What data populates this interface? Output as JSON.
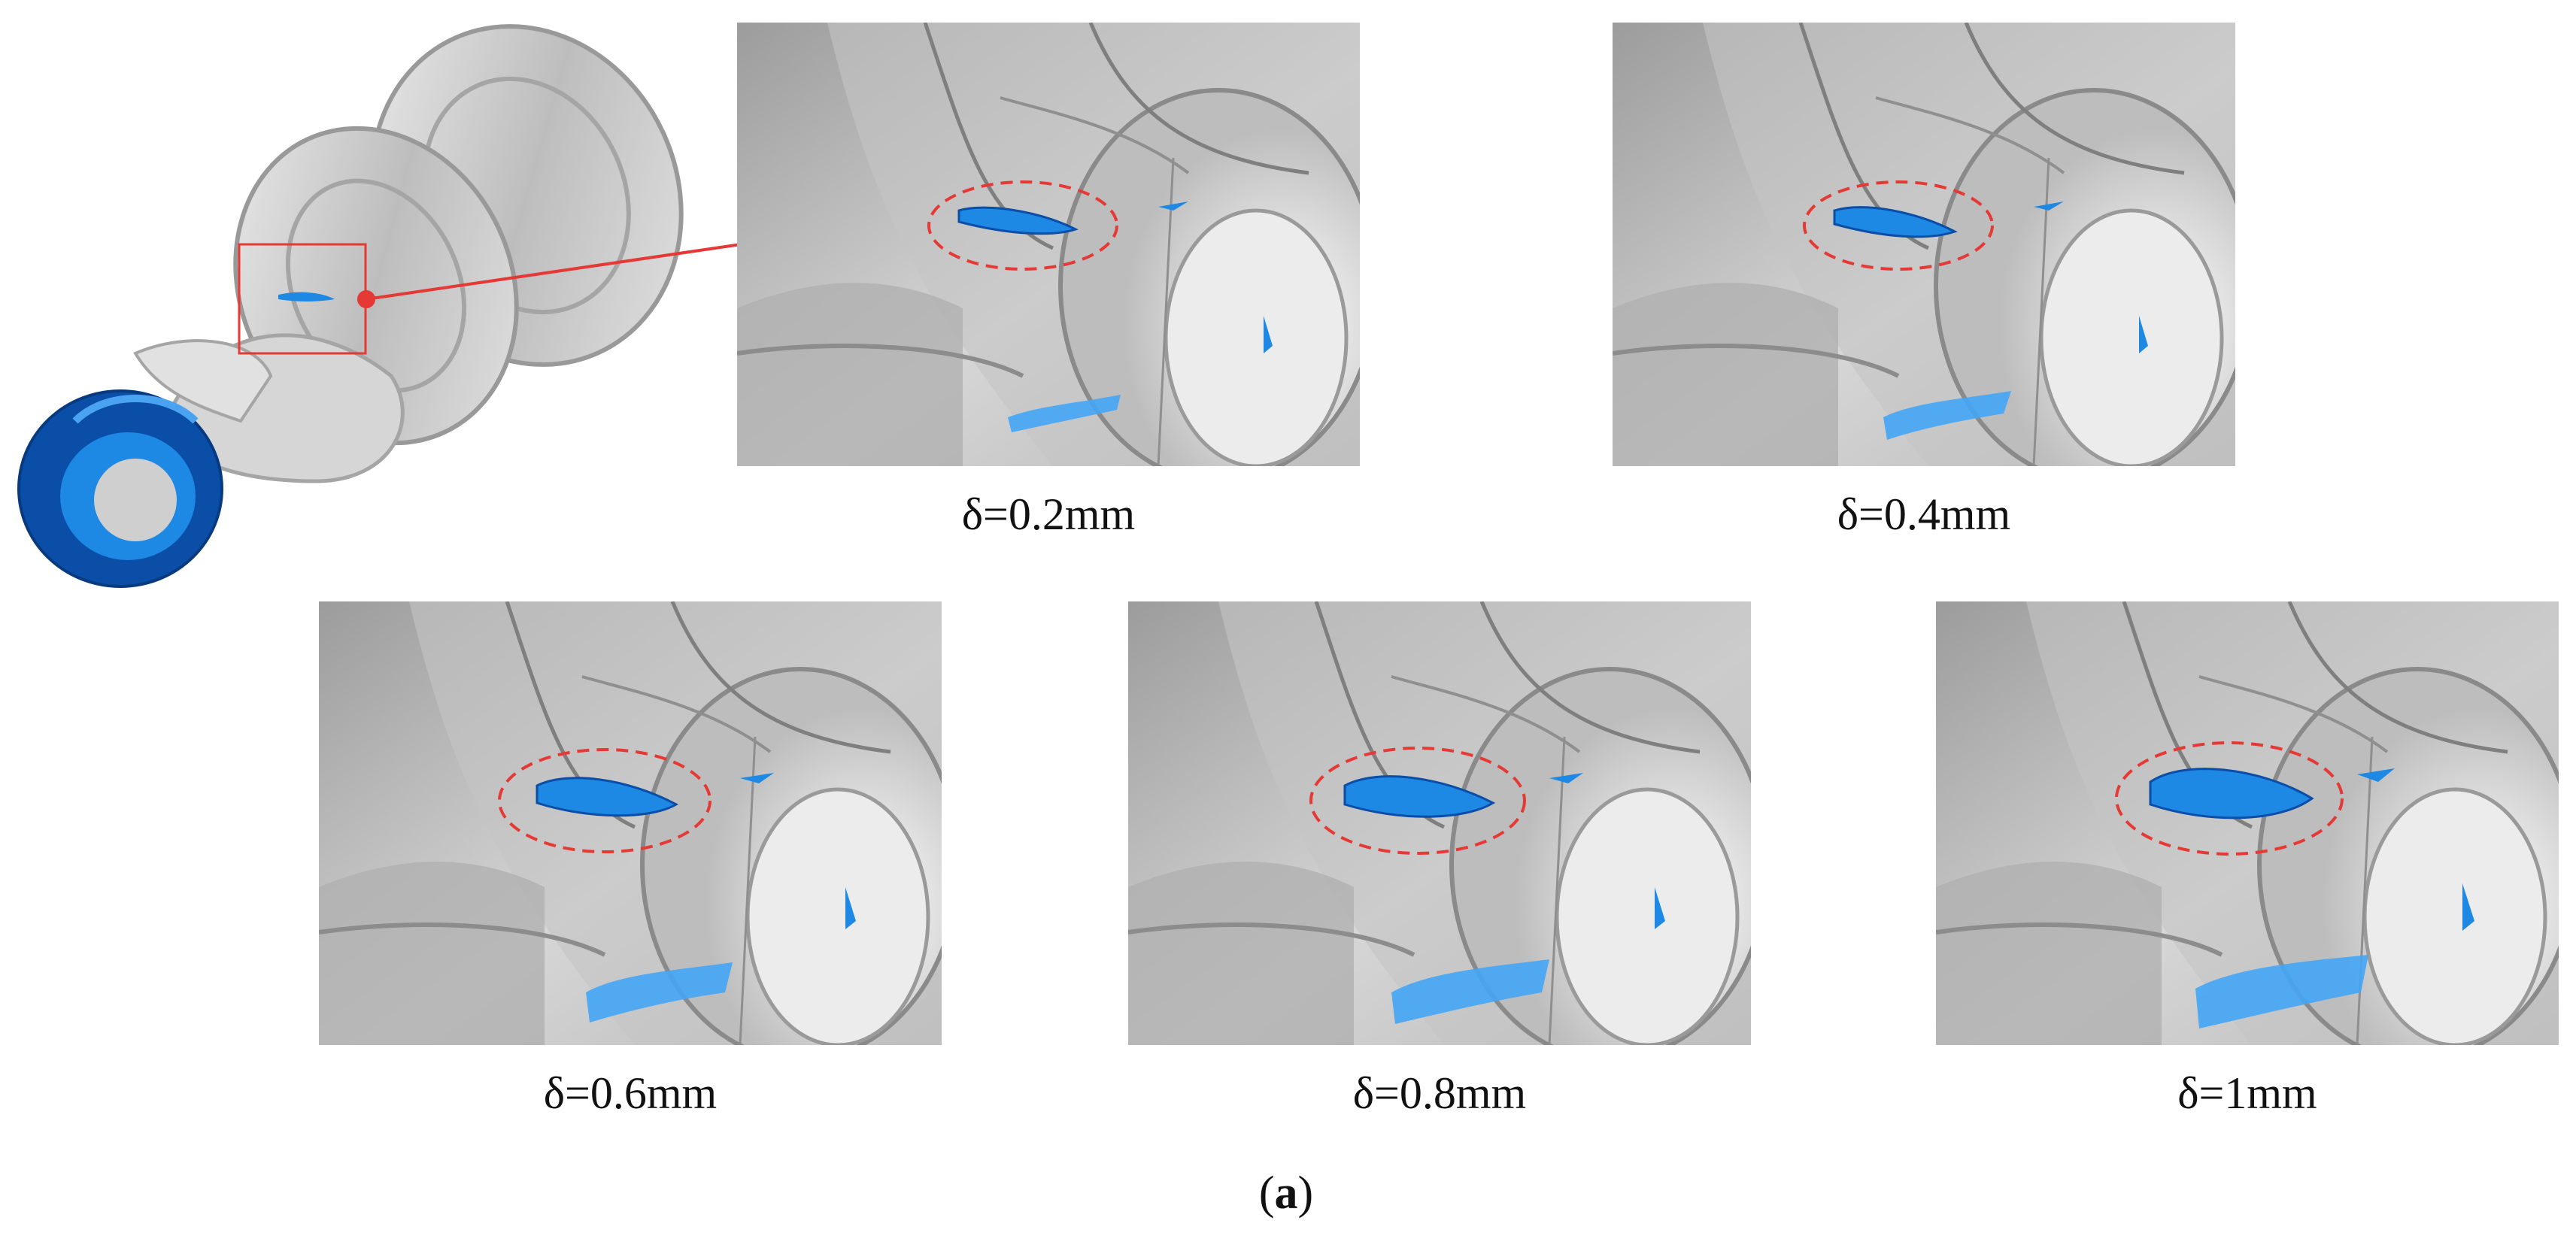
{
  "panels": [
    {
      "caption": "δ=0.2mm",
      "cavity_scale": 0.7
    },
    {
      "caption": "δ=0.4mm",
      "cavity_scale": 0.72
    },
    {
      "caption": "δ=0.6mm",
      "cavity_scale": 0.85
    },
    {
      "caption": "δ=0.8mm",
      "cavity_scale": 0.9
    },
    {
      "caption": "δ=1mm",
      "cavity_scale": 1.0
    }
  ],
  "figure_label": {
    "open": "(",
    "letter": "a",
    "close": ")"
  },
  "colors": {
    "cavity": "#1e88e5",
    "cavity_dark": "#0b4ea8",
    "highlight": "#e53935",
    "ellipse": "#e53935",
    "background": "#ffffff"
  }
}
